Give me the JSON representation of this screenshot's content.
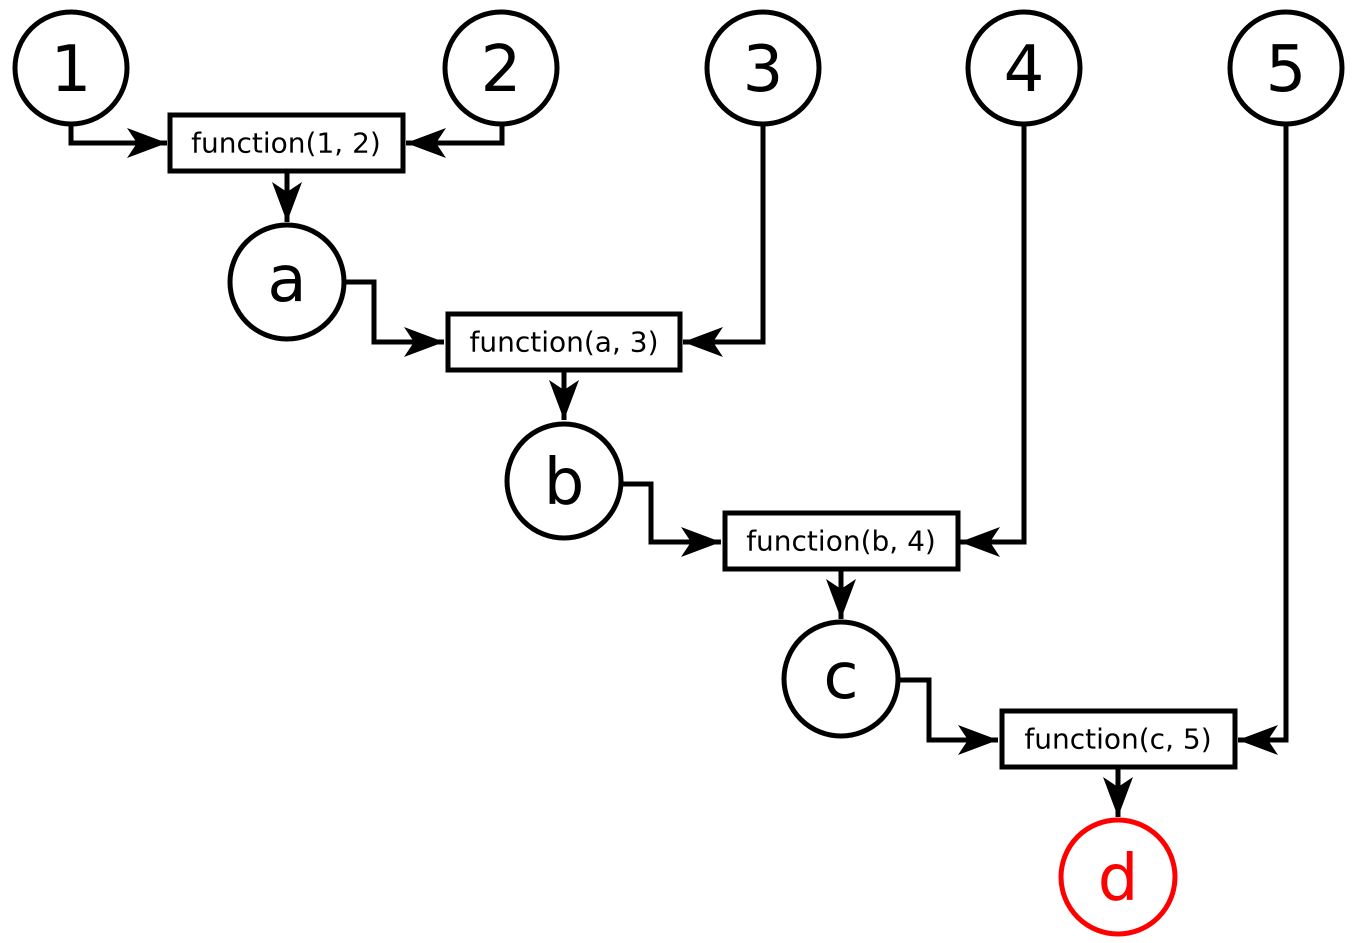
{
  "inputs": [
    {
      "id": "input-1",
      "label": "1"
    },
    {
      "id": "input-2",
      "label": "2"
    },
    {
      "id": "input-3",
      "label": "3"
    },
    {
      "id": "input-4",
      "label": "4"
    },
    {
      "id": "input-5",
      "label": "5"
    }
  ],
  "intermediates": [
    {
      "id": "node-a",
      "label": "a"
    },
    {
      "id": "node-b",
      "label": "b"
    },
    {
      "id": "node-c",
      "label": "c"
    }
  ],
  "result": {
    "id": "node-d",
    "label": "d",
    "color": "#ff0000"
  },
  "functions": [
    {
      "id": "function-1",
      "label": "function(1, 2)"
    },
    {
      "id": "function-2",
      "label": "function(a, 3)"
    },
    {
      "id": "function-3",
      "label": "function(b, 4)"
    },
    {
      "id": "function-4",
      "label": "function(c, 5)"
    }
  ],
  "colors": {
    "stroke": "#000000",
    "result": "#ff0000",
    "background": "#ffffff"
  }
}
